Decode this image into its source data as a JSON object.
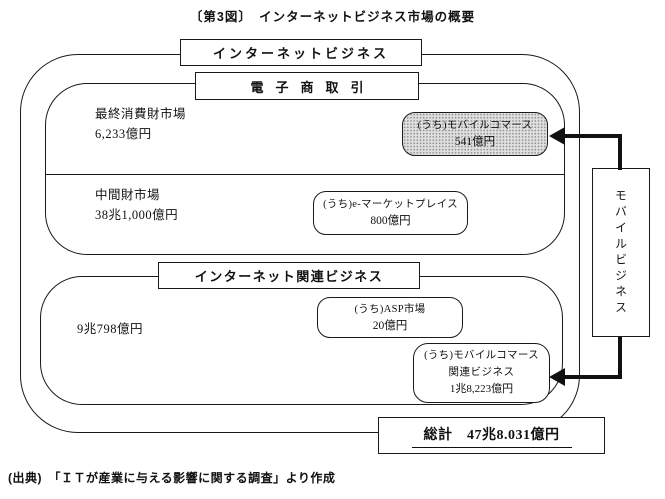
{
  "title": "〔第3図〕　インターネットビジネス市場の概要",
  "diagram": {
    "internet_business_label": "インターネットビジネス",
    "ec_label": "電子商取引",
    "final_consumer_market": {
      "name": "最終消費財市場",
      "value": "6,233億円"
    },
    "mobile_commerce_box": {
      "line1": "(うち)モバイルコマース",
      "line2": "541億円"
    },
    "intermediate_market": {
      "name": "中間財市場",
      "value": "38兆1,000億円"
    },
    "emarketplace_box": {
      "line1": "(うち)e-マーケットプレイス",
      "line2": "800億円"
    },
    "related_business_label": "インターネット関連ビジネス",
    "related_business_value": "9兆798億円",
    "asp_box": {
      "line1": "(うち)ASP市場",
      "line2": "20億円"
    },
    "mobile_related_box": {
      "line1": "(うち)モバイルコマース",
      "line2": "関連ビジネス",
      "line3": "1兆8,223億円"
    },
    "mobile_business_label": "モバイルビジネス",
    "total": "総計　47兆8.031億円"
  },
  "source": "(出典)　「ＩＴが産業に与える影響に関する調査」より作成",
  "colors": {
    "line": "#1a1a1a",
    "shaded_fill": "#e0e0e0",
    "background": "#ffffff"
  }
}
